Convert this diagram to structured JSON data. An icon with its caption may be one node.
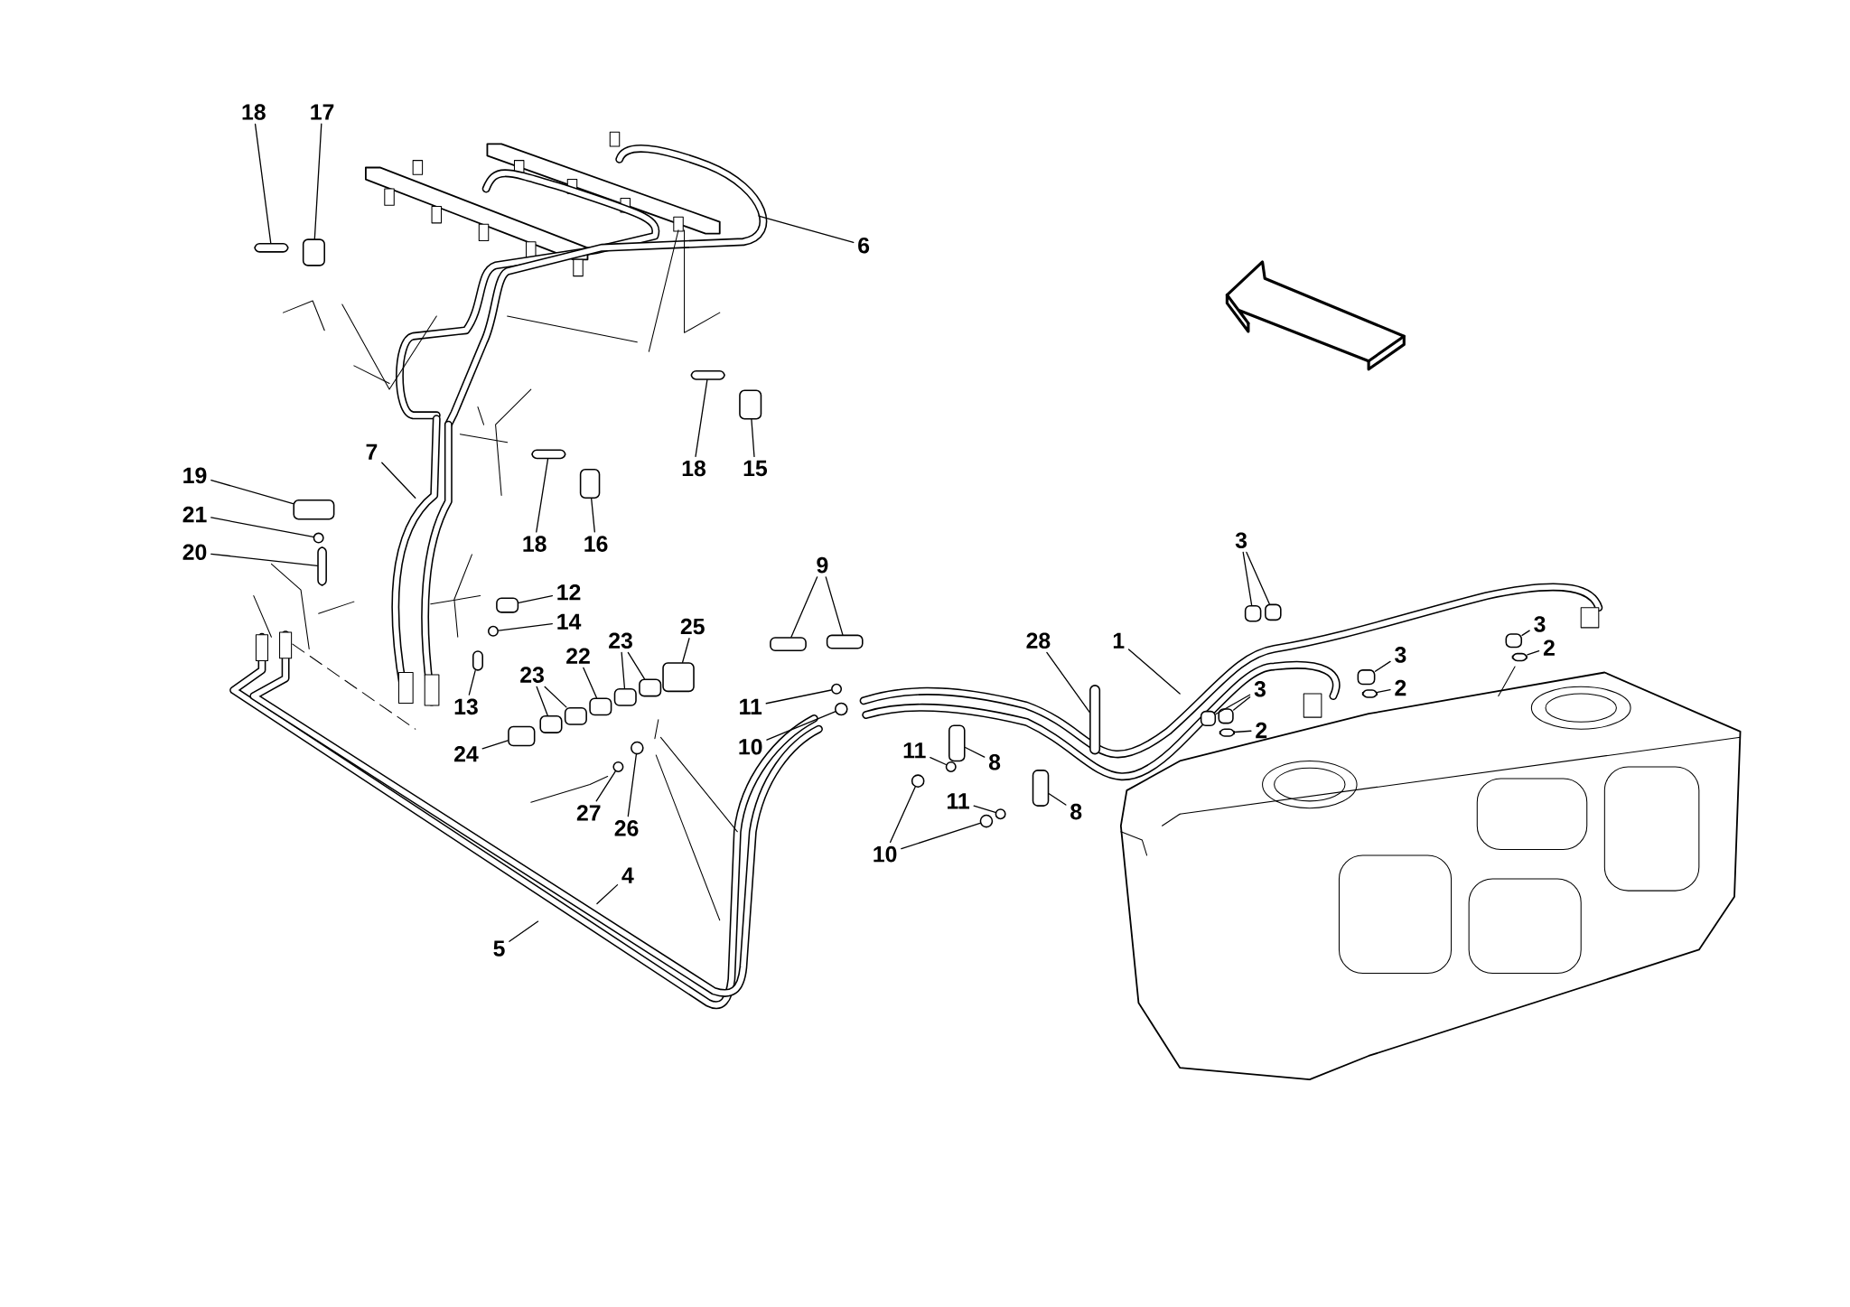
{
  "diagram": {
    "nodes": [
      {
        "text": [
          "18"
        ]
      },
      {
        "text": [
          "17"
        ]
      },
      {
        "text": [
          "6"
        ]
      },
      {
        "text": [
          "7"
        ]
      },
      {
        "text": [
          "18"
        ]
      },
      {
        "text": [
          "15"
        ]
      },
      {
        "text": [
          "19"
        ]
      },
      {
        "text": [
          "21"
        ]
      },
      {
        "text": [
          "3"
        ]
      },
      {
        "text": [
          "18"
        ]
      },
      {
        "text": [
          "16"
        ]
      },
      {
        "text": [
          "20"
        ]
      },
      {
        "text": [
          "9"
        ]
      },
      {
        "text": [
          "12"
        ]
      },
      {
        "text": [
          "14"
        ]
      },
      {
        "text": [
          "3"
        ]
      },
      {
        "text": [
          "25"
        ]
      },
      {
        "text": [
          "23"
        ]
      },
      {
        "text": [
          "28"
        ]
      },
      {
        "text": [
          "1"
        ]
      },
      {
        "text": [
          "2"
        ]
      },
      {
        "text": [
          "3"
        ]
      },
      {
        "text": [
          "22"
        ]
      },
      {
        "text": [
          "23"
        ]
      },
      {
        "text": [
          "2"
        ]
      },
      {
        "text": [
          "3"
        ]
      },
      {
        "text": [
          "11"
        ]
      },
      {
        "text": [
          "13"
        ]
      },
      {
        "text": [
          "2"
        ]
      },
      {
        "text": [
          "10"
        ]
      },
      {
        "text": [
          "11"
        ]
      },
      {
        "text": [
          "24"
        ]
      },
      {
        "text": [
          "8"
        ]
      },
      {
        "text": [
          "11"
        ]
      },
      {
        "text": [
          "8"
        ]
      },
      {
        "text": [
          "27"
        ]
      },
      {
        "text": [
          "26"
        ]
      },
      {
        "text": [
          "10"
        ]
      },
      {
        "text": [
          "4"
        ]
      },
      {
        "text": [
          "5"
        ]
      },
      {
        "text": [],
        "shape": "box"
      },
      {
        "text": [],
        "shape": "box"
      },
      {
        "text": [],
        "shape": "box"
      },
      {
        "text": [],
        "shape": "box"
      },
      {
        "text": [],
        "shape": "box"
      },
      {
        "text": [],
        "shape": "circle"
      },
      {
        "text": [],
        "shape": "box"
      },
      {
        "text": [],
        "shape": "box"
      },
      {
        "text": [],
        "shape": "box"
      },
      {
        "text": [],
        "shape": "box"
      },
      {
        "text": [],
        "shape": "box"
      },
      {
        "text": [],
        "shape": "box"
      },
      {
        "text": [],
        "shape": "box"
      },
      {
        "text": [],
        "shape": "box"
      },
      {
        "text": [],
        "shape": "circle"
      },
      {
        "text": [],
        "shape": "box"
      },
      {
        "text": [],
        "shape": "box"
      },
      {
        "text": [],
        "shape": "box"
      },
      {
        "text": [],
        "shape": "box"
      },
      {
        "text": [],
        "shape": "box"
      },
      {
        "text": [],
        "shape": "box"
      },
      {
        "text": [],
        "shape": "box"
      },
      {
        "text": [],
        "shape": "box"
      },
      {
        "text": [],
        "shape": "box"
      },
      {
        "text": [],
        "shape": "box"
      },
      {
        "text": [],
        "shape": "box"
      },
      {
        "text": [],
        "shape": "box"
      },
      {
        "text": [],
        "shape": "box"
      },
      {
        "text": [],
        "shape": "circle"
      },
      {
        "text": [],
        "shape": "box"
      },
      {
        "text": [],
        "shape": "box"
      },
      {
        "text": [],
        "shape": "circle"
      },
      {
        "text": [],
        "shape": "circle"
      },
      {
        "text": [],
        "shape": "box"
      },
      {
        "text": [],
        "shape": "box"
      },
      {
        "text": [],
        "shape": "circle"
      },
      {
        "text": [],
        "shape": "box"
      },
      {
        "text": [],
        "shape": "circle"
      },
      {
        "text": [],
        "shape": "circle"
      },
      {
        "text": [],
        "shape": "circle"
      },
      {
        "text": [],
        "shape": "circle"
      }
    ],
    "edges": [
      {
        "from": 0,
        "to": 40,
        "arrow": "none"
      },
      {
        "from": 1,
        "to": 41,
        "arrow": "none"
      },
      {
        "from": 2,
        "to": null,
        "arrow": "none"
      },
      {
        "from": 3,
        "to": null,
        "arrow": "none"
      },
      {
        "from": 4,
        "to": 42,
        "arrow": "none"
      },
      {
        "from": 5,
        "to": 43,
        "arrow": "none"
      },
      {
        "from": 6,
        "to": 44,
        "arrow": "none"
      },
      {
        "from": 7,
        "to": 45,
        "arrow": "none"
      },
      {
        "from": 8,
        "to": 46,
        "arrow": "none"
      },
      {
        "from": 8,
        "to": 47,
        "arrow": "none"
      },
      {
        "from": 9,
        "to": 48,
        "arrow": "none"
      },
      {
        "from": 10,
        "to": 49,
        "arrow": "none"
      },
      {
        "from": 11,
        "to": 50,
        "arrow": "none"
      },
      {
        "from": 12,
        "to": 51,
        "arrow": "none"
      },
      {
        "from": 12,
        "to": 52,
        "arrow": "none"
      },
      {
        "from": 13,
        "to": 53,
        "arrow": "none"
      },
      {
        "from": 14,
        "to": 54,
        "arrow": "none"
      },
      {
        "from": 15,
        "to": 55,
        "arrow": "none"
      },
      {
        "from": 16,
        "to": 56,
        "arrow": "none"
      },
      {
        "from": 17,
        "to": 57,
        "arrow": "none"
      },
      {
        "from": 17,
        "to": 58,
        "arrow": "none"
      },
      {
        "from": 18,
        "to": 59,
        "arrow": "none"
      },
      {
        "from": 19,
        "to": null,
        "arrow": "none"
      },
      {
        "from": 20,
        "to": 60,
        "arrow": "none"
      },
      {
        "from": 21,
        "to": 61,
        "arrow": "none"
      },
      {
        "from": 22,
        "to": 62,
        "arrow": "none"
      },
      {
        "from": 23,
        "to": 63,
        "arrow": "none"
      },
      {
        "from": 23,
        "to": 64,
        "arrow": "none"
      },
      {
        "from": 24,
        "to": 65,
        "arrow": "none"
      },
      {
        "from": 25,
        "to": 66,
        "arrow": "none"
      },
      {
        "from": 25,
        "to": 67,
        "arrow": "none"
      },
      {
        "from": 26,
        "to": 68,
        "arrow": "none"
      },
      {
        "from": 27,
        "to": 69,
        "arrow": "none"
      },
      {
        "from": 28,
        "to": 70,
        "arrow": "none"
      },
      {
        "from": 29,
        "to": 71,
        "arrow": "none"
      },
      {
        "from": 30,
        "to": 72,
        "arrow": "none"
      },
      {
        "from": 31,
        "to": 73,
        "arrow": "none"
      },
      {
        "from": 32,
        "to": 74,
        "arrow": "none"
      },
      {
        "from": 33,
        "to": 75,
        "arrow": "none"
      },
      {
        "from": 34,
        "to": 76,
        "arrow": "none"
      },
      {
        "from": 35,
        "to": 77,
        "arrow": "none"
      },
      {
        "from": 36,
        "to": 78,
        "arrow": "none"
      },
      {
        "from": 37,
        "to": 79,
        "arrow": "none"
      },
      {
        "from": 37,
        "to": 80,
        "arrow": "none"
      },
      {
        "from": 38,
        "to": null,
        "arrow": "none"
      },
      {
        "from": 39,
        "to": null,
        "arrow": "none"
      }
    ]
  }
}
